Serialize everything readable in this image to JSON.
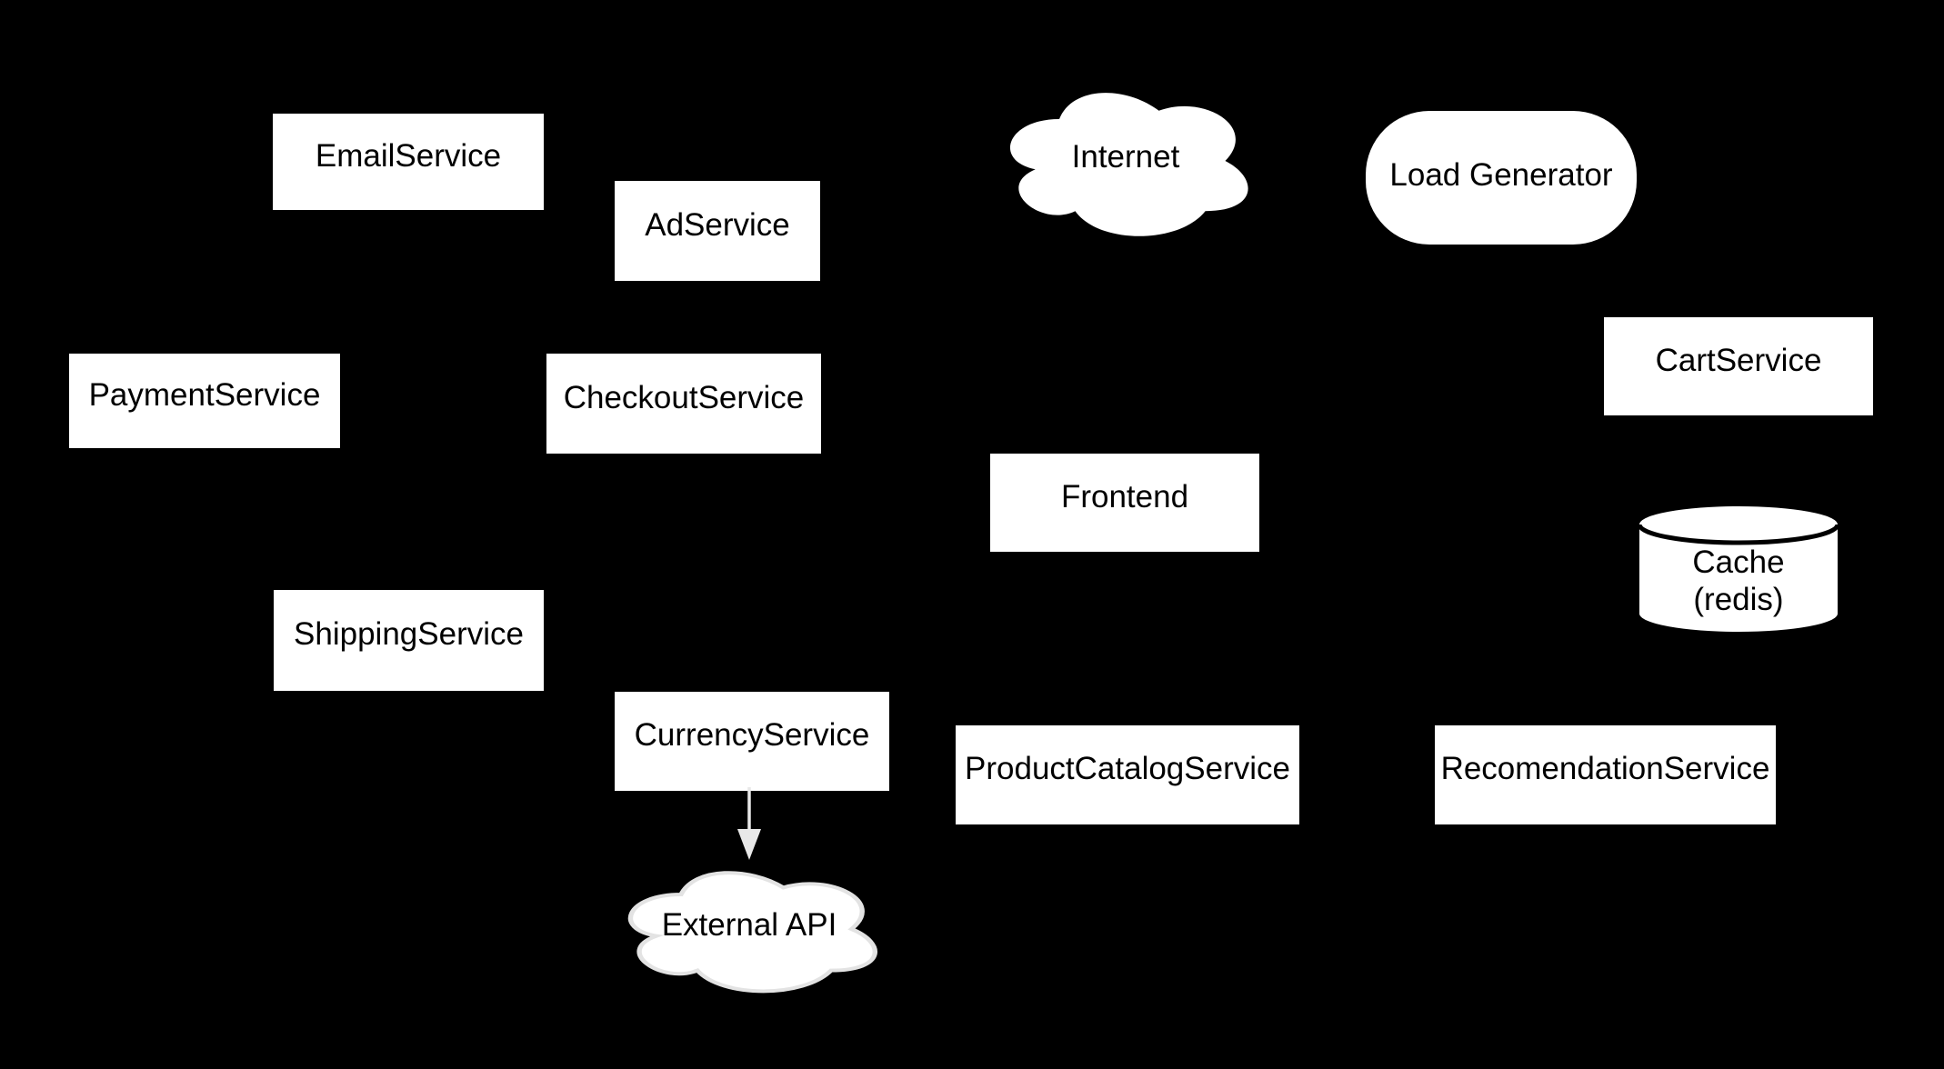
{
  "theme": {
    "bg": "#000000",
    "node_fill": "#ffffff",
    "node_text": "#000000",
    "edge_color": "#e8e8e8",
    "cloud_outline": "#e3e3e3",
    "cylinder_stroke": "#000000"
  },
  "nodes": {
    "email_service": {
      "label": "EmailService",
      "shape": "rectangle"
    },
    "ad_service": {
      "label": "AdService",
      "shape": "rectangle"
    },
    "internet": {
      "label": "Internet",
      "shape": "cloud"
    },
    "load_generator": {
      "label": "Load Generator",
      "shape": "rounded-rectangle"
    },
    "payment_service": {
      "label": "PaymentService",
      "shape": "rectangle"
    },
    "checkout_service": {
      "label": "CheckoutService",
      "shape": "rectangle"
    },
    "cart_service": {
      "label": "CartService",
      "shape": "rectangle"
    },
    "frontend": {
      "label": "Frontend",
      "shape": "rectangle"
    },
    "cache": {
      "label_line1": "Cache",
      "label_line2": "(redis)",
      "shape": "cylinder"
    },
    "shipping_service": {
      "label": "ShippingService",
      "shape": "rectangle"
    },
    "currency_service": {
      "label": "CurrencyService",
      "shape": "rectangle"
    },
    "product_catalog_service": {
      "label": "ProductCatalogService",
      "shape": "rectangle"
    },
    "recomendation_service": {
      "label": "RecomendationService",
      "shape": "rectangle"
    },
    "external_api": {
      "label": "External API",
      "shape": "cloud"
    }
  },
  "edges": [
    {
      "from": "CurrencyService",
      "to": "External API",
      "style": "arrow-down"
    }
  ]
}
